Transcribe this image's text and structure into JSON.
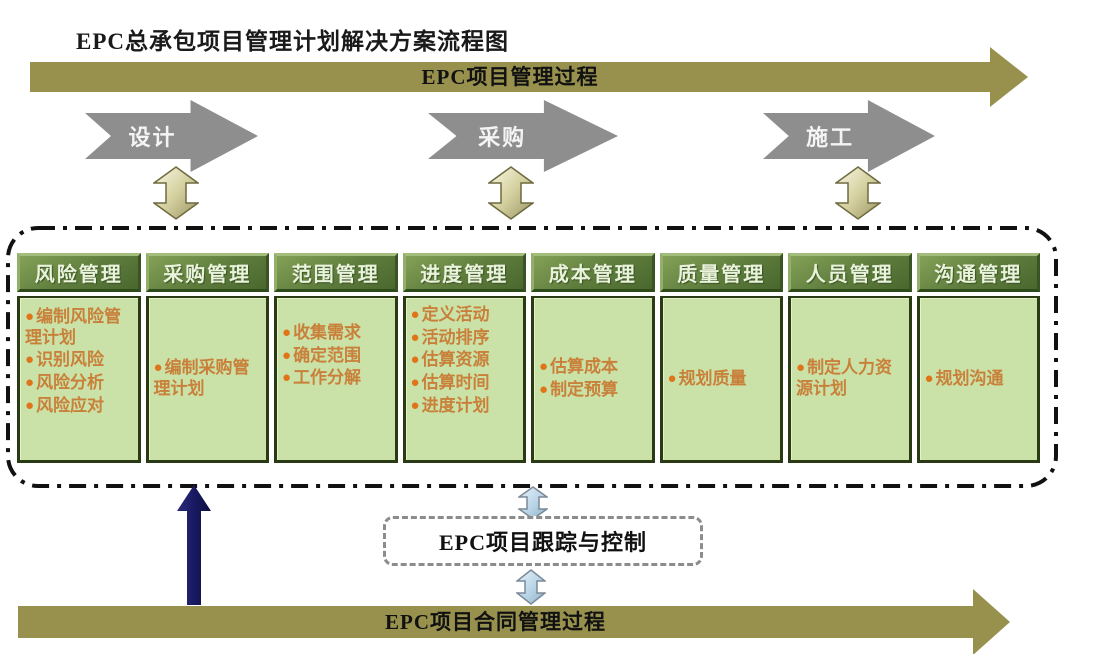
{
  "title": "EPC总承包项目管理计划解决方案流程图",
  "top_arrow": {
    "label": "EPC项目管理过程"
  },
  "phase_arrows": [
    {
      "label": "设计"
    },
    {
      "label": "采购"
    },
    {
      "label": "施工"
    }
  ],
  "columns": [
    {
      "header": "风险管理",
      "items": [
        "编制风险管理计划",
        "识别风险",
        "风险分析",
        "风险应对"
      ]
    },
    {
      "header": "采购管理",
      "items": [
        "编制采购管理计划"
      ]
    },
    {
      "header": "范围管理",
      "items": [
        "收集需求",
        "确定范围",
        "工作分解"
      ]
    },
    {
      "header": "进度管理",
      "items": [
        "定义活动",
        "活动排序",
        "估算资源",
        "估算时间",
        "进度计划"
      ]
    },
    {
      "header": "成本管理",
      "items": [
        "估算成本",
        "制定预算"
      ]
    },
    {
      "header": "质量管理",
      "items": [
        "规划质量"
      ]
    },
    {
      "header": "人员管理",
      "items": [
        "制定人力资源计划"
      ]
    },
    {
      "header": "沟通管理",
      "items": [
        "规划沟通"
      ]
    }
  ],
  "tracking_box": {
    "label": "EPC项目跟踪与控制"
  },
  "bottom_arrow": {
    "label": "EPC项目合同管理过程"
  },
  "icons": {
    "bullet": "●"
  },
  "colors": {
    "olive_arrow": "#98914e",
    "phase_arrow_gray": "#8e8e8e",
    "header_green": "#5d7c3c",
    "cell_green": "#cae2a7",
    "bullet_orange": "#e0741a",
    "item_text_orange": "#c9803a",
    "navy_arrow": "#191963",
    "blue_connector": "#b9d4e6",
    "khaki_connector": "#d6d1a0"
  }
}
